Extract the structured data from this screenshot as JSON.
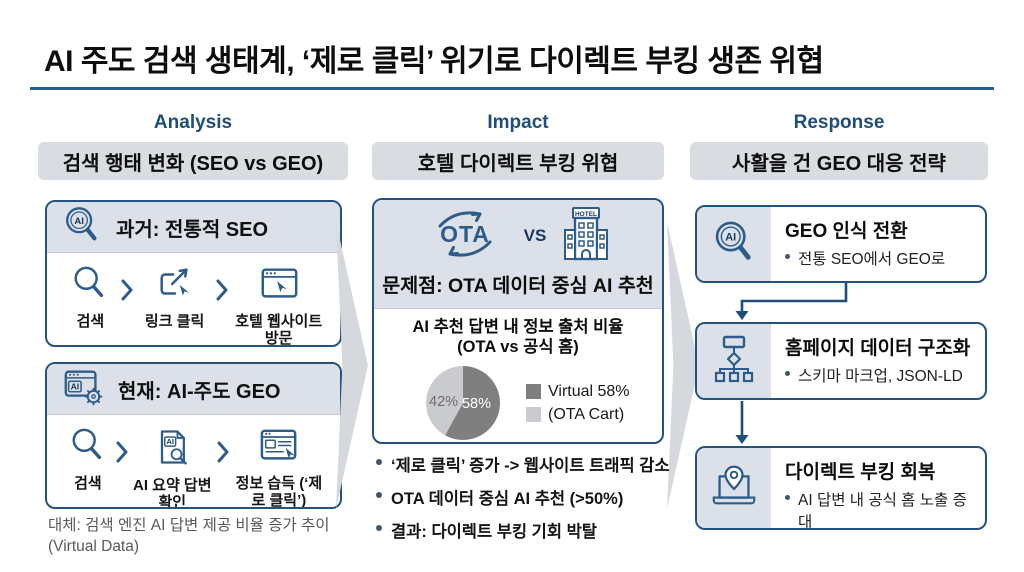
{
  "title": "AI 주도 검색 생태계, ‘제로 클릭’ 위기로 다이렉트 부킹 생존 위협",
  "columns": {
    "analysis": {
      "label": "Analysis",
      "header": "검색 행태 변화 (SEO vs GEO)",
      "box_past": {
        "title": "과거: 전통적 SEO",
        "steps": [
          {
            "label": "검색"
          },
          {
            "label": "링크 클릭"
          },
          {
            "label": "호텔 웹사이트 방문"
          }
        ]
      },
      "box_present": {
        "title": "현재: AI-주도 GEO",
        "steps": [
          {
            "label": "검색"
          },
          {
            "label": "AI 요약 답변 확인"
          },
          {
            "label": "정보 습득 (‘제로 클릭’)"
          }
        ]
      },
      "caption_line1": "대체: 검색 엔진 AI 답변 제공 비율 증가 추이",
      "caption_line2": "(Virtual Data)"
    },
    "impact": {
      "label": "Impact",
      "header": "호텔 다이렉트 부킹 위협",
      "box": {
        "ota_label": "OTA",
        "vs_label": "VS",
        "hotel_label": "HOTEL",
        "problem": "문제점: OTA 데이터 중심 AI 추천",
        "chart_title_line1": "AI 추천 답변 내 정보 출처 비율",
        "chart_title_line2": "(OTA vs 공식 홈)",
        "legend": [
          {
            "label": "Virtual 58%"
          },
          {
            "label": "(OTA Cart)"
          }
        ]
      },
      "bullets": [
        "‘제로 클릭’ 증가 -> 웹사이트 트래픽 감소",
        "OTA 데이터 중심 AI 추천 (>50%)",
        "결과: 다이렉트 부킹 기회 박탈"
      ]
    },
    "response": {
      "label": "Response",
      "header": "사활을 건 GEO 대응 전략",
      "boxes": [
        {
          "title": "GEO 인식 전환",
          "bullet": "전통 SEO에서 GEO로"
        },
        {
          "title": "홈페이지 데이터 구조화",
          "bullet": "스키마 마크업, JSON-LD"
        },
        {
          "title": "다이렉트 부킹 회복",
          "bullet": "AI 답변 내 공식 홈 노출 증대"
        }
      ]
    }
  },
  "chart_data": {
    "type": "pie",
    "title": "AI 추천 답변 내 정보 출처 비율 (OTA vs 공식 홈)",
    "slices": [
      {
        "label": "Virtual 58%",
        "value": 58,
        "color": "#7f7f7f",
        "data_label": "58%"
      },
      {
        "label": "(OTA Cart)",
        "value": 42,
        "color": "#c9cbce",
        "data_label": "42%"
      }
    ],
    "legend_position": "right",
    "start_angle": "top",
    "direction": "clockwise"
  },
  "colors": {
    "accent_navy": "#1f4e79",
    "box_border": "#24527f",
    "rule_blue": "#2a5d8f",
    "header_bar_bg": "#d9dce1",
    "box_head_bg": "#dce1e9",
    "chevron_gray": "#d5d8dd",
    "pie_dark": "#7f7f7f",
    "pie_light": "#c9cbce",
    "caption_gray": "#58595b"
  }
}
